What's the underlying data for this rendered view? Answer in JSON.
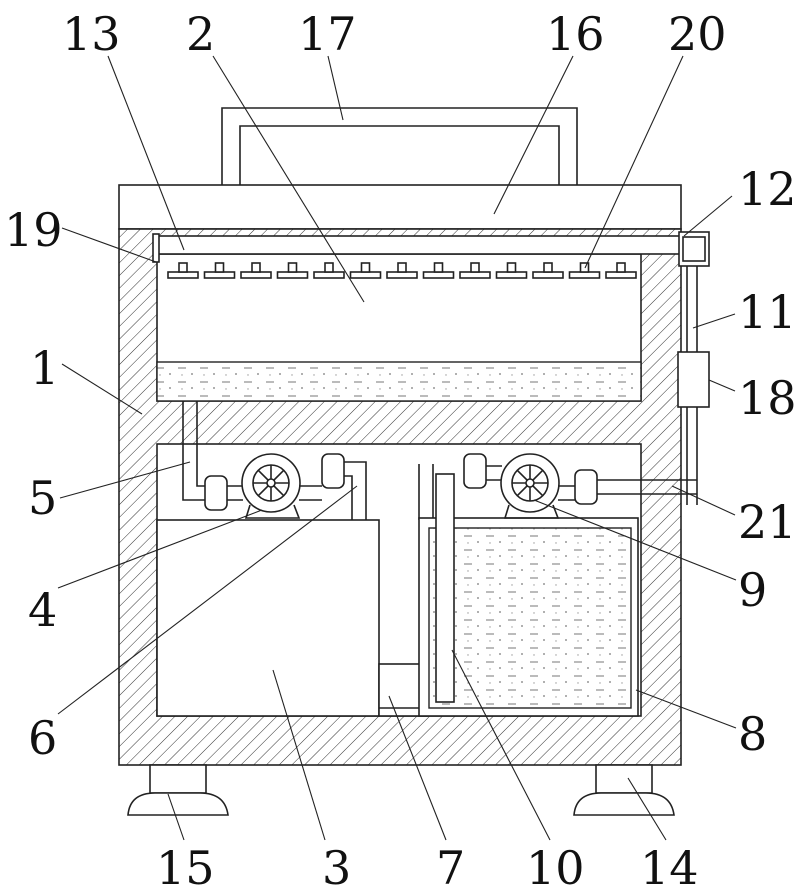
{
  "figure": {
    "labels": [
      {
        "id": "13",
        "text": "13"
      },
      {
        "id": "2",
        "text": "2"
      },
      {
        "id": "17",
        "text": "17"
      },
      {
        "id": "16",
        "text": "16"
      },
      {
        "id": "20",
        "text": "20"
      },
      {
        "id": "19",
        "text": "19"
      },
      {
        "id": "12",
        "text": "12"
      },
      {
        "id": "11",
        "text": "11"
      },
      {
        "id": "1",
        "text": "1"
      },
      {
        "id": "18",
        "text": "18"
      },
      {
        "id": "5",
        "text": "5"
      },
      {
        "id": "21",
        "text": "21"
      },
      {
        "id": "9",
        "text": "9"
      },
      {
        "id": "4",
        "text": "4"
      },
      {
        "id": "8",
        "text": "8"
      },
      {
        "id": "6",
        "text": "6"
      },
      {
        "id": "15",
        "text": "15"
      },
      {
        "id": "3",
        "text": "3"
      },
      {
        "id": "7",
        "text": "7"
      },
      {
        "id": "10",
        "text": "10"
      },
      {
        "id": "14",
        "text": "14"
      }
    ]
  }
}
